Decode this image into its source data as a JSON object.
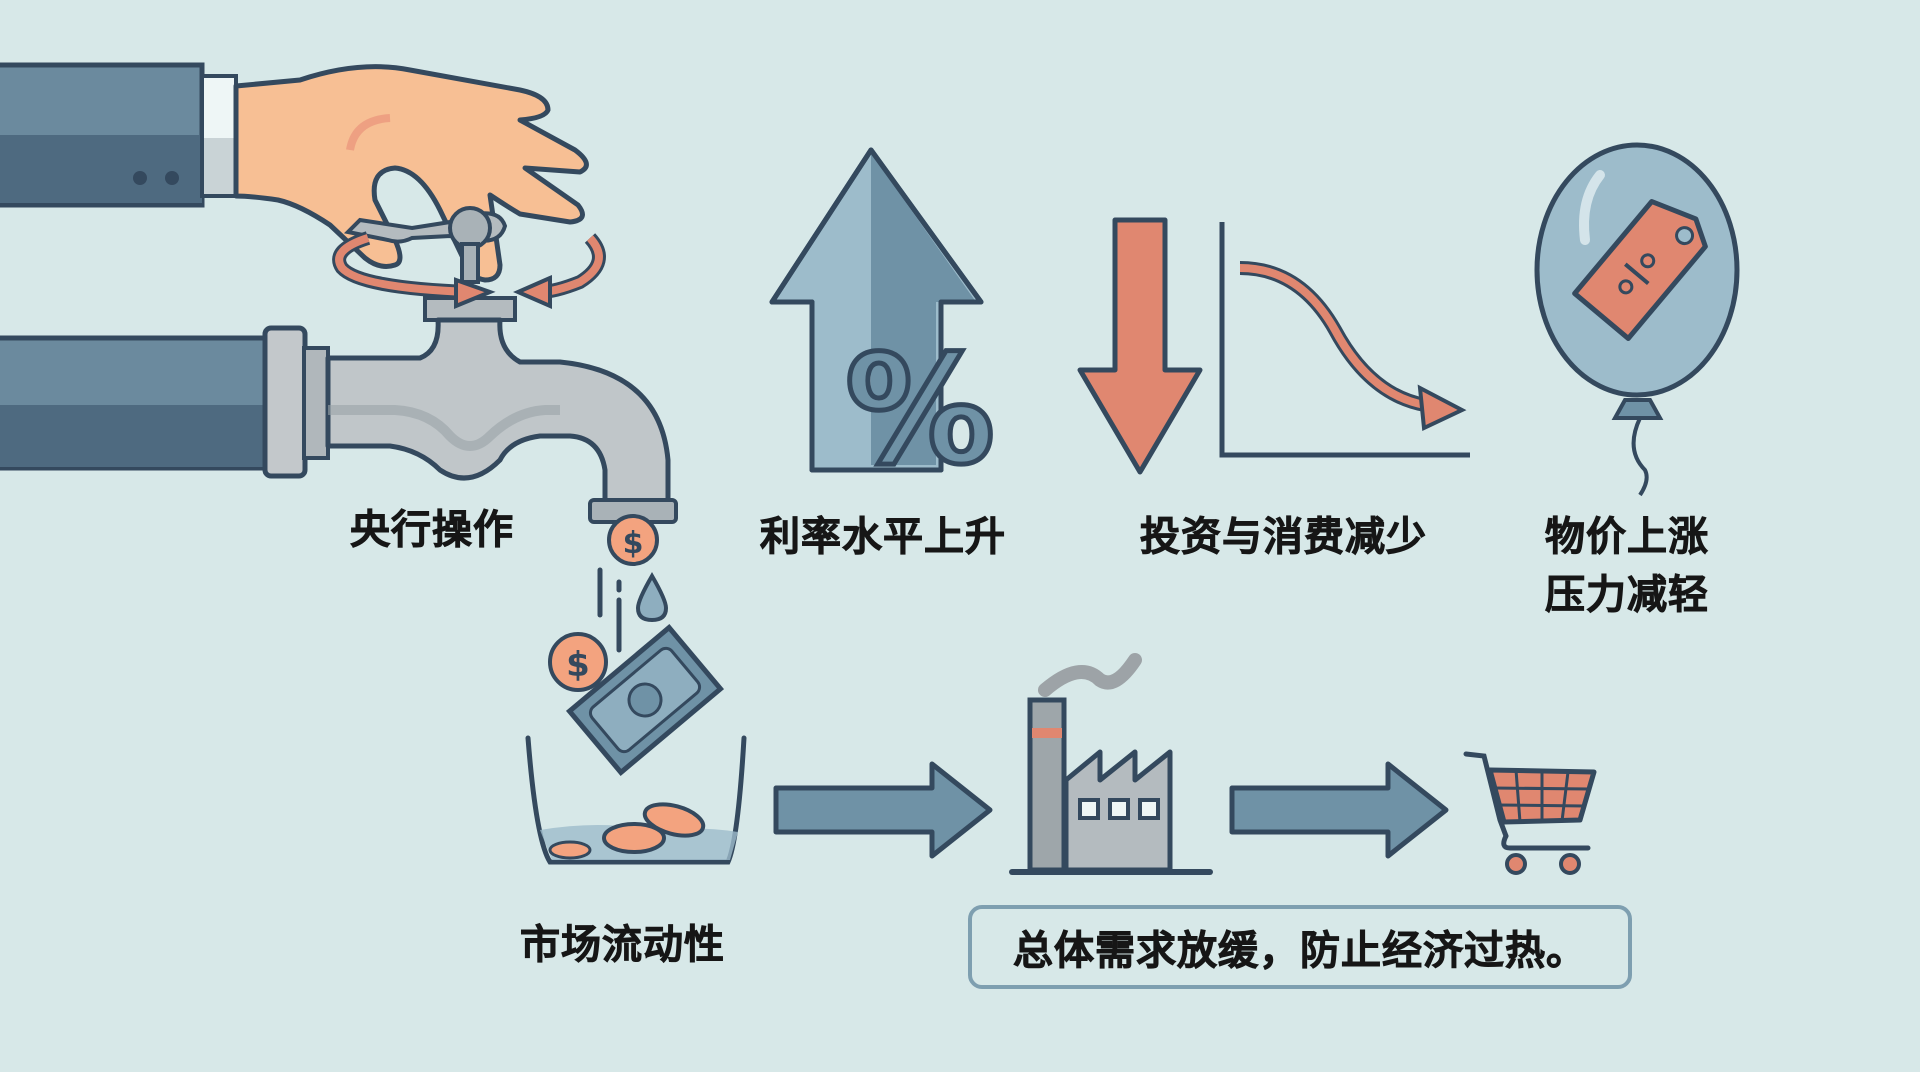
{
  "title": "央行加息传导机制示意图",
  "colors": {
    "background": "#d7e8e8",
    "outline": "#34495e",
    "steel_blue": "#6f92a6",
    "light_blue": "#9dbccb",
    "salmon": "#e08770",
    "gray_metal": "#b4bbbf",
    "skin": "#f7bf94"
  },
  "stages": {
    "central_bank": {
      "label": "央行操作",
      "icon": "hand-turning-faucet"
    },
    "interest_rate": {
      "label": "利率水平上升",
      "icon": "up-arrow-percent"
    },
    "investment": {
      "label": "投资与消费减少",
      "icon": "down-arrow-declining-curve"
    },
    "prices": {
      "label_line1": "物价上涨",
      "label_line2": "压力减轻",
      "icon": "balloon-price-tag"
    },
    "liquidity": {
      "label": "市场流动性",
      "icon": "bowl-with-coins"
    }
  },
  "flow_icons": [
    "factory",
    "arrow-right",
    "shopping-cart"
  ],
  "summary": {
    "text": "总体需求放缓，防止经济过热。"
  }
}
